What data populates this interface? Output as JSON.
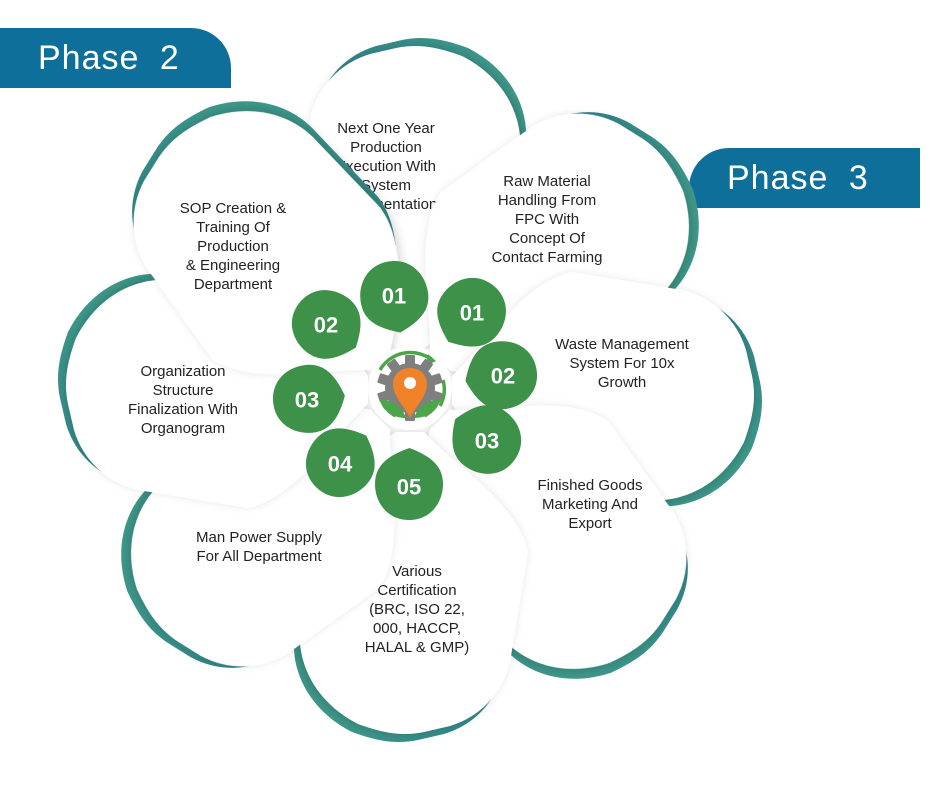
{
  "colors": {
    "phase_tab": "#0e6f9a",
    "petal_border_start": "#1b5f86",
    "petal_border_end": "#43a08a",
    "number_bubble": "#3d9149",
    "logo_gear": "#7f7f7f",
    "logo_pin": "#f0822a",
    "logo_leaf": "#4aa648"
  },
  "phase_labels": {
    "phase2": "Phase  2",
    "phase3": "Phase  3"
  },
  "center_logo": {
    "icon": "gear-location-pin-leaves-icon"
  },
  "petals": [
    {
      "id": "p2-01",
      "phase": "Phase 2",
      "number": "01",
      "lines": [
        "Next One Year",
        "Production",
        "Execution With",
        "System",
        "Implementation"
      ]
    },
    {
      "id": "p3-01",
      "phase": "Phase 3",
      "number": "01",
      "lines": [
        "Raw Material",
        "Handling From",
        "FPC With",
        "Concept Of",
        "Contact Farming"
      ]
    },
    {
      "id": "p3-02",
      "phase": "Phase 3",
      "number": "02",
      "lines": [
        "Waste Management",
        "System For 10x",
        "Growth"
      ]
    },
    {
      "id": "p3-03",
      "phase": "Phase 3",
      "number": "03",
      "lines": [
        "Finished Goods",
        "Marketing And",
        "Export"
      ]
    },
    {
      "id": "p2-05",
      "phase": "Phase 2",
      "number": "05",
      "lines": [
        "Various",
        "Certification",
        "(BRC, ISO 22,",
        "000, HACCP,",
        "HALAL & GMP)"
      ]
    },
    {
      "id": "p2-04",
      "phase": "Phase 2",
      "number": "04",
      "lines": [
        "Man Power Supply",
        "For All Department"
      ]
    },
    {
      "id": "p2-03",
      "phase": "Phase 2",
      "number": "03",
      "lines": [
        "Organization",
        "Structure",
        "Finalization With",
        "Organogram"
      ]
    },
    {
      "id": "p2-02",
      "phase": "Phase 2",
      "number": "02",
      "lines": [
        "SOP Creation &",
        "Training Of",
        "Production",
        "& Engineering",
        "Department"
      ]
    }
  ]
}
